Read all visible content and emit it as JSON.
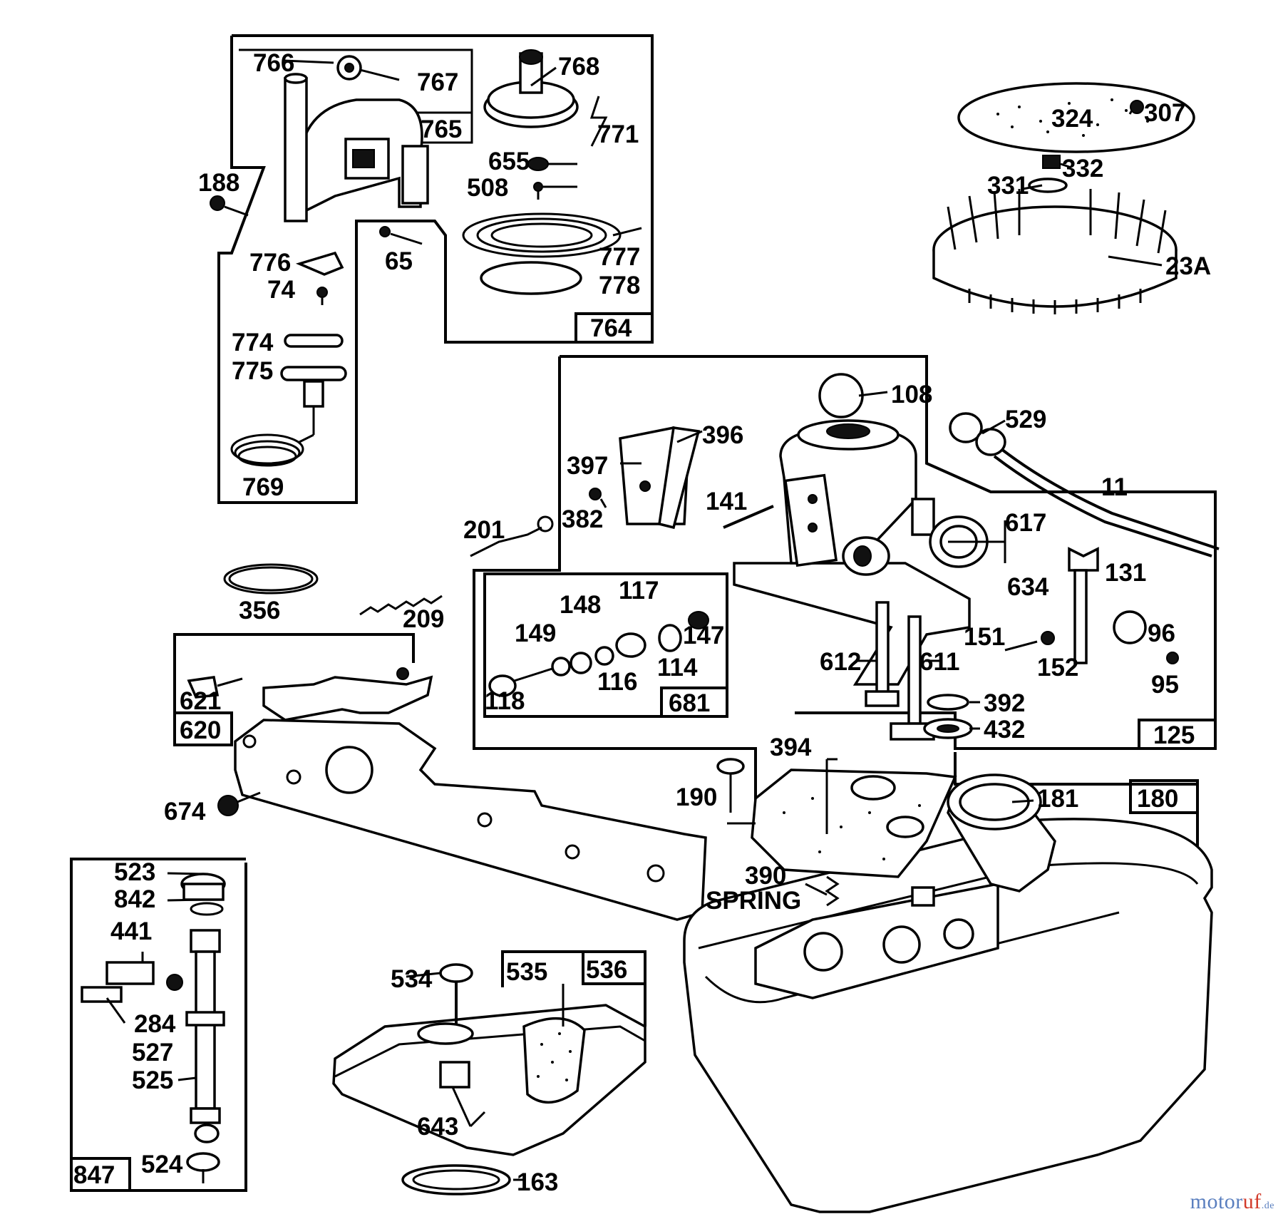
{
  "diagram": {
    "labels": {
      "p766": "766",
      "p767": "767",
      "p768": "768",
      "p765": "765",
      "p771": "771",
      "p655": "655",
      "p508": "508",
      "p188": "188",
      "p65": "65",
      "p776": "776",
      "p74": "74",
      "p777": "777",
      "p778": "778",
      "p764": "764",
      "p774": "774",
      "p775": "775",
      "p769": "769",
      "p324": "324",
      "p307": "307",
      "p331": "331",
      "p332": "332",
      "p23A": "23A",
      "p108": "108",
      "p529": "529",
      "p396": "396",
      "p397": "397",
      "p141": "141",
      "p11": "11",
      "p201": "201",
      "p382": "382",
      "p617": "617",
      "p356": "356",
      "p209": "209",
      "p131": "131",
      "p634": "634",
      "p117": "117",
      "p148": "148",
      "p149": "149",
      "p147": "147",
      "p114": "114",
      "p116": "116",
      "p118": "118",
      "p681": "681",
      "p612": "612",
      "p611": "611",
      "p151": "151",
      "p152": "152",
      "p96": "96",
      "p95": "95",
      "p392": "392",
      "p432": "432",
      "p125": "125",
      "p621": "621",
      "p620": "620",
      "p394": "394",
      "p674": "674",
      "p190": "190",
      "p181": "181",
      "p180": "180",
      "p390": "390",
      "spring": "SPRING",
      "p523": "523",
      "p842": "842",
      "p441": "441",
      "p534": "534",
      "p535": "535",
      "p536": "536",
      "p284": "284",
      "p527": "527",
      "p525": "525",
      "p643": "643",
      "p524": "524",
      "p847": "847",
      "p163": "163"
    }
  },
  "watermark": {
    "part_a": "motor",
    "part_b": "uf",
    "part_c": ".de"
  }
}
